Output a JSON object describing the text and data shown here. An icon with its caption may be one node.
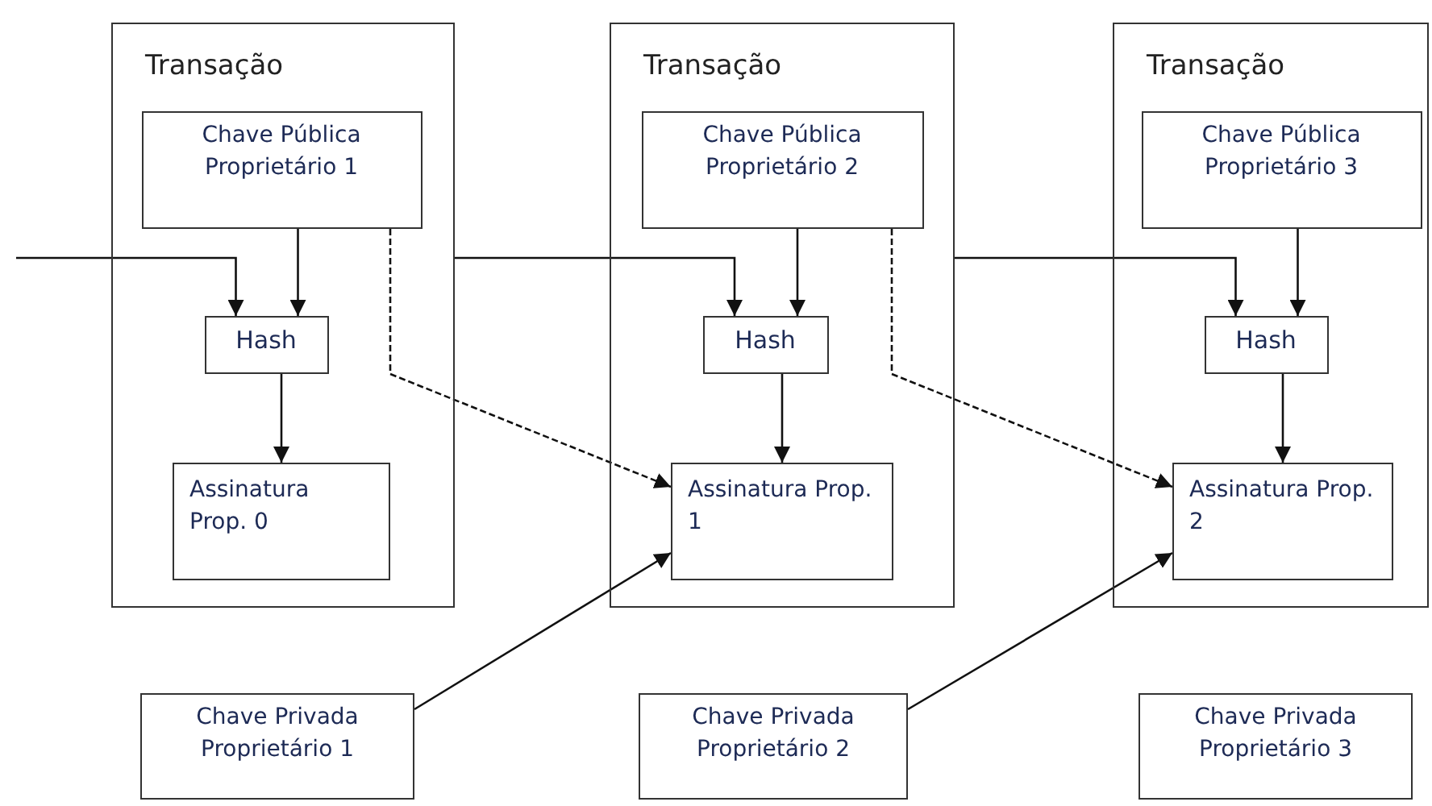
{
  "diagram": {
    "nodes": [
      {
        "text": [
          "Transação"
        ]
      },
      {
        "text": [
          "Chave Pública Proprietário 1"
        ],
        "in": 0
      },
      {
        "text": [
          "Hash"
        ],
        "in": 0
      },
      {
        "text": [
          "Assinatura Prop. 0"
        ],
        "in": 0
      },
      {
        "text": [
          "Transação"
        ]
      },
      {
        "text": [
          "Chave Pública Proprietário 2"
        ],
        "in": 4
      },
      {
        "text": [
          "Hash"
        ],
        "in": 4
      },
      {
        "text": [
          "Assinatura Prop. 1"
        ],
        "in": 4
      },
      {
        "text": [
          "Transação"
        ]
      },
      {
        "text": [
          "Chave Pública Proprietário 3"
        ],
        "in": 8
      },
      {
        "text": [
          "Hash"
        ],
        "in": 8
      },
      {
        "text": [
          "Assinatura Prop. 2"
        ],
        "in": 8
      },
      {
        "text": [
          "Chave Privada Proprietário 1"
        ]
      },
      {
        "text": [
          "Chave Privada Proprietário 2"
        ]
      },
      {
        "text": [
          "Chave Privada Proprietário 3"
        ]
      }
    ],
    "edges": [
      {
        "from": null,
        "to": 2,
        "arrow": "to"
      },
      {
        "from": 1,
        "to": 2,
        "arrow": "to"
      },
      {
        "from": 2,
        "to": 3,
        "arrow": "to"
      },
      {
        "from": 0,
        "to": 6,
        "arrow": "to"
      },
      {
        "from": 5,
        "to": 6,
        "arrow": "to"
      },
      {
        "from": 6,
        "to": 7,
        "arrow": "to"
      },
      {
        "from": 1,
        "to": 7,
        "arrow": "to",
        "style": "dashed"
      },
      {
        "from": 12,
        "to": 7,
        "arrow": "to"
      },
      {
        "from": 4,
        "to": 10,
        "arrow": "to"
      },
      {
        "from": 9,
        "to": 10,
        "arrow": "to"
      },
      {
        "from": 10,
        "to": 11,
        "arrow": "to"
      },
      {
        "from": 5,
        "to": 11,
        "arrow": "to",
        "style": "dashed"
      },
      {
        "from": 13,
        "to": 11,
        "arrow": "to"
      }
    ]
  }
}
